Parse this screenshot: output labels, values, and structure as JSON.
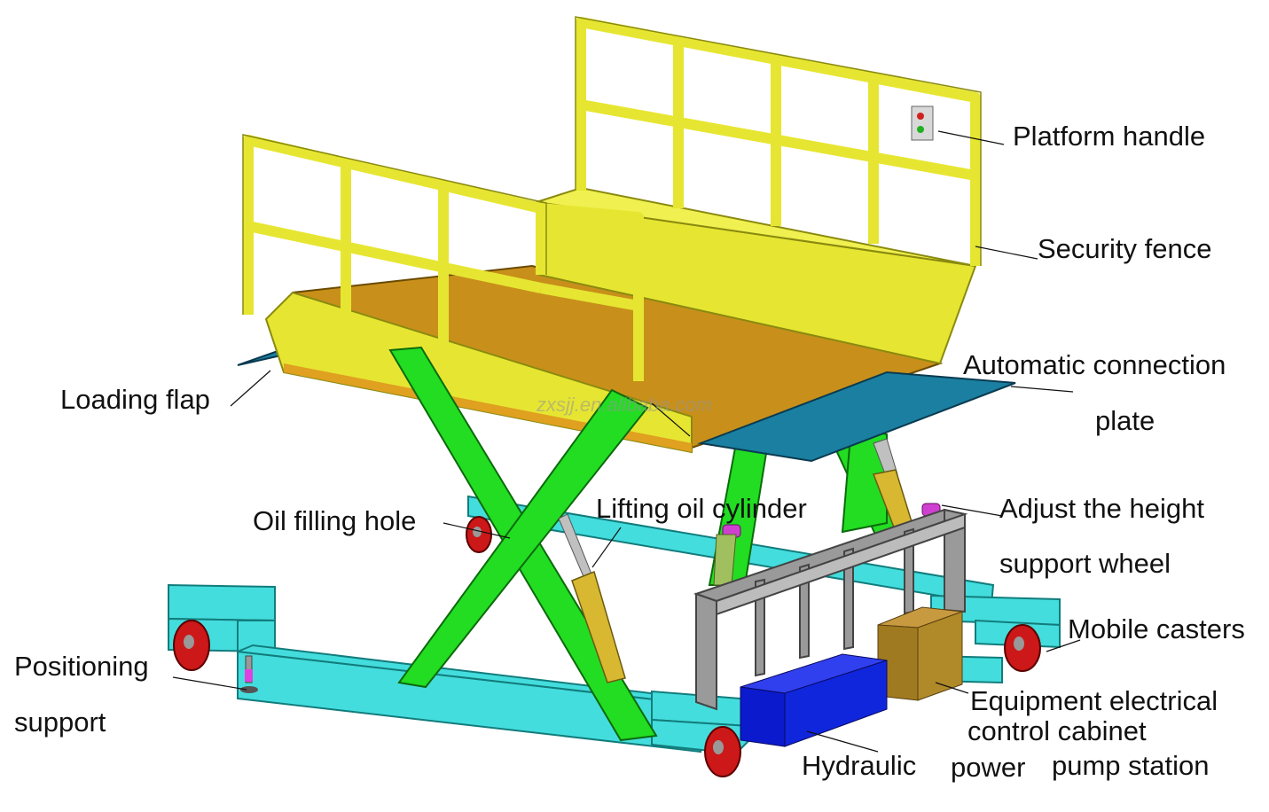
{
  "watermark": "zxsjj.en.alibaba.com",
  "labels": {
    "platform_handle": "Platform handle",
    "security_fence": "Security fence",
    "automatic_connection_plate_1": "Automatic connection",
    "automatic_connection_plate_2": "plate",
    "loading_flap": "Loading flap",
    "oil_filling_hole": "Oil filling hole",
    "lifting_oil_cylinder": "Lifting oil cylinder",
    "adjust_height_wheel_1": "Adjust the height",
    "adjust_height_wheel_2": "support wheel",
    "mobile_casters": "Mobile casters",
    "positioning_support_1": "Positioning",
    "positioning_support_2": "support",
    "electrical_cabinet_1": "Equipment electrical",
    "electrical_cabinet_2": "control cabinet",
    "hydraulic_word": "Hydraulic",
    "power_word": "power",
    "pump_station_word": "pump station"
  },
  "colors": {
    "fence": "#e6e632",
    "fence_edge": "#8a8a10",
    "deck": "#c8901a",
    "plate": "#1a7fa0",
    "scissor": "#22dd22",
    "scissor_edge": "#0c6a0c",
    "base": "#44dddd",
    "base_edge": "#127c7c",
    "wheel": "#cc1818",
    "frame": "#8a8a8a",
    "pump": "#0a1acc",
    "cabinet": "#a07a20",
    "cylinder": "#d8b830"
  }
}
